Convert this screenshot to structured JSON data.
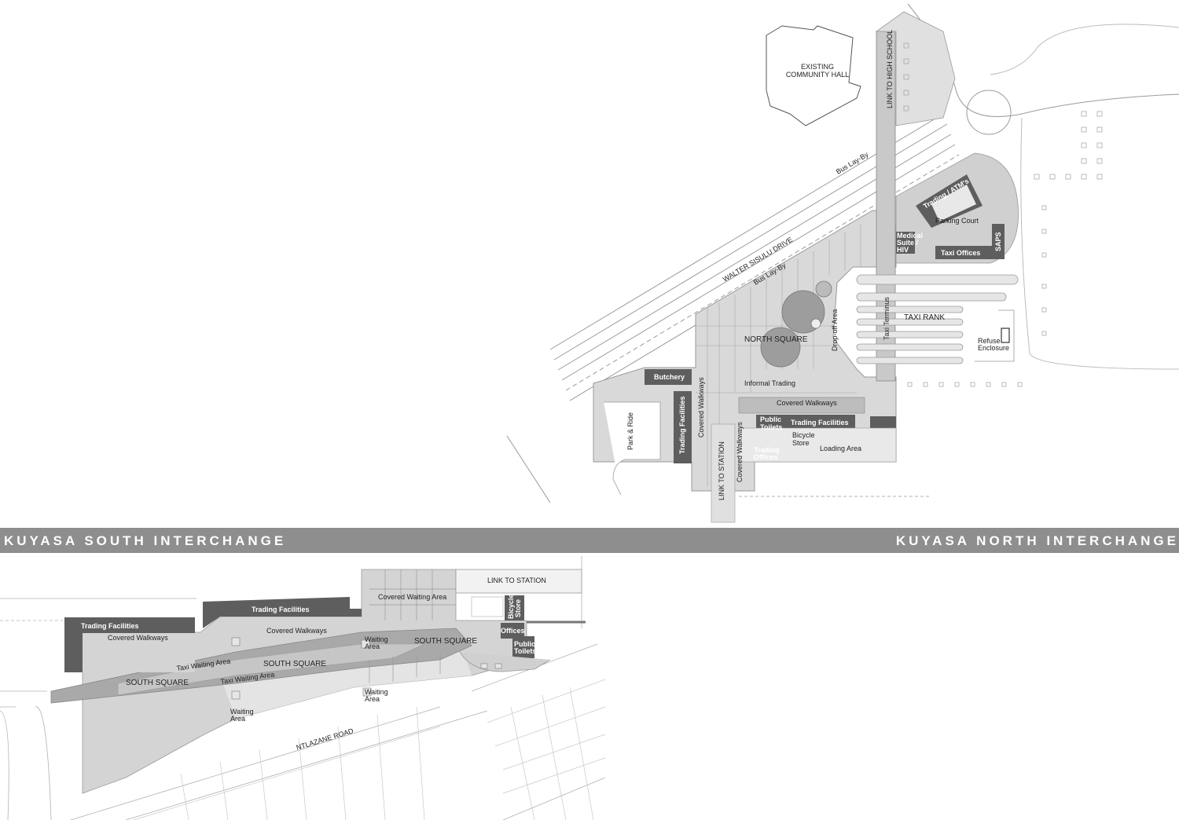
{
  "titles": {
    "south": "KUYASA SOUTH INTERCHANGE",
    "north": "KUYASA NORTH INTERCHANGE"
  },
  "north": {
    "existing_hall_line1": "EXISTING",
    "existing_hall_line2": "COMMUNITY HALL",
    "link_high_school": "LINK TO HIGH SCHOOL",
    "bus_layby_1": "Bus Lay-By",
    "bus_layby_2": "Bus Lay-By",
    "walter_sisulu": "WALTER SISULU DRIVE",
    "trading_atm": "Trading / ATM's",
    "parking_court": "Parking Court",
    "medical_1": "Medical",
    "medical_2": "Suite /",
    "medical_3": "HIV",
    "taxi_offices": "Taxi Offices",
    "saps": "SAPS",
    "taxi_rank": "TAXI RANK",
    "refuse_1": "Refuse",
    "refuse_2": "Enclosure",
    "taxi_terminus": "Taxi Terminus",
    "drop_off": "Drop-off Area",
    "north_square": "NORTH SQUARE",
    "butchery": "Butchery",
    "informal_trading": "Informal Trading",
    "covered_walkways_h": "Covered Walkways",
    "covered_walkways_v1": "Covered Walkways",
    "covered_walkways_v2": "Covered Walkways",
    "trading_facilities_v": "Trading Facilities",
    "park_ride": "Park & Ride",
    "link_to_station": "LINK TO STATION",
    "public_toilets_1": "Public",
    "public_toilets_2": "Toilets",
    "trading_facilities_h": "Trading Facilities",
    "bicycle_store_1": "Bicycle",
    "bicycle_store_2": "Store",
    "trading_offices_1": "Trading",
    "trading_offices_2": "Offices",
    "loading_area": "Loading Area"
  },
  "south": {
    "link_to_station": "LINK TO STATION",
    "covered_waiting_area": "Covered Waiting Area",
    "trading_facilities_1": "Trading Facilities",
    "trading_facilities_2": "Trading Facilities",
    "covered_walkways_1": "Covered Walkways",
    "covered_walkways_2": "Covered Walkways",
    "bicycle_store_1": "Bicycle",
    "bicycle_store_2": "Store",
    "offices": "Offices",
    "public_toilets_1": "Public",
    "public_toilets_2": "Toilets",
    "waiting_area_1a": "Waiting",
    "waiting_area_1b": "Area",
    "south_square_1": "SOUTH SQUARE",
    "taxi_waiting_1": "Taxi Waiting Area",
    "south_square_2": "SOUTH SQUARE",
    "south_square_3": "SOUTH SQUARE",
    "taxi_waiting_2": "Taxi Waiting Area",
    "waiting_area_2a": "Waiting",
    "waiting_area_2b": "Area",
    "waiting_area_3a": "Waiting",
    "waiting_area_3b": "Area",
    "ntlazane_road": "NTLAZANE ROAD"
  },
  "colors": {
    "building_dark": "#5e5e5e",
    "paving_light": "#d9d9d9",
    "paving_mid": "#c4c4c4",
    "road_line": "#9a9a9a",
    "banner": "#8e8e8e"
  }
}
